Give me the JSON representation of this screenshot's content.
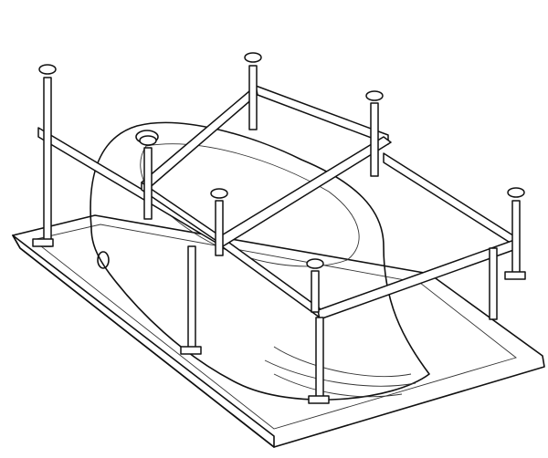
{
  "diagram": {
    "subject": "bathtub-frame-assembly",
    "colors": {
      "stroke": "#111111",
      "background": "#ffffff"
    },
    "legs": [
      {
        "id": "leg-1"
      },
      {
        "id": "leg-2"
      },
      {
        "id": "leg-3"
      },
      {
        "id": "leg-4"
      },
      {
        "id": "leg-5"
      },
      {
        "id": "leg-6"
      },
      {
        "id": "leg-7"
      }
    ]
  }
}
